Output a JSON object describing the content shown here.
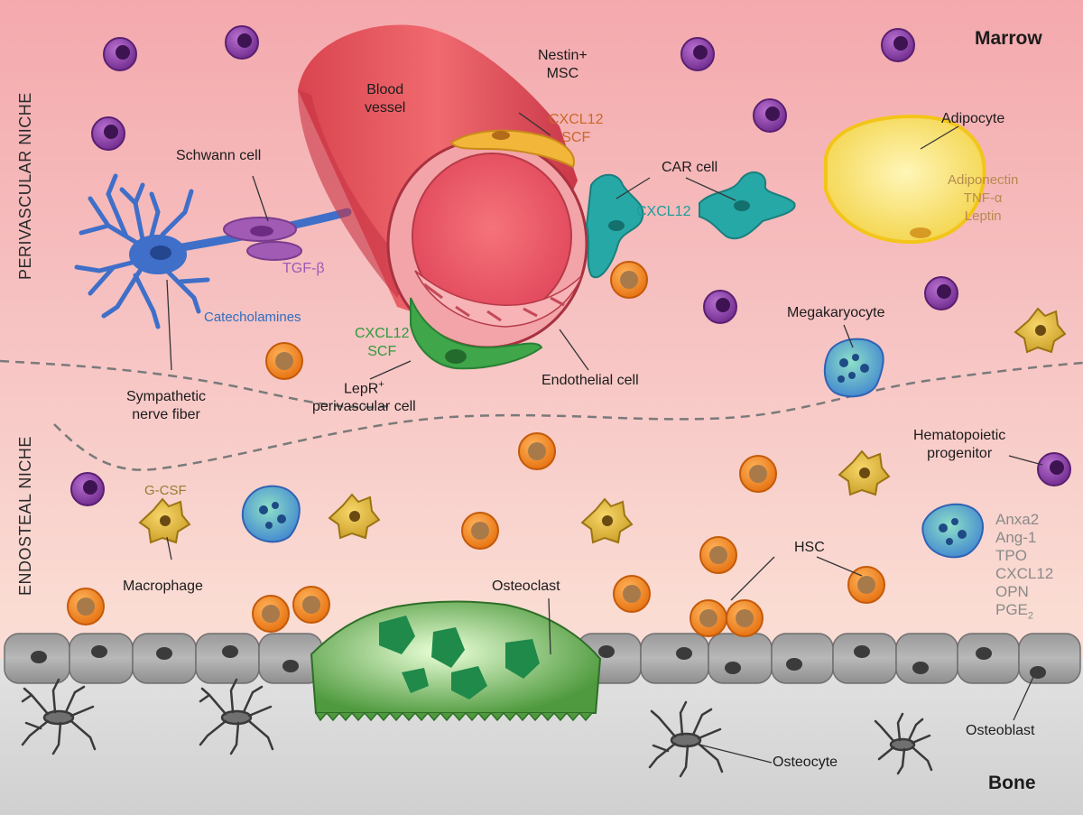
{
  "regions": {
    "marrow": "Marrow",
    "bone": "Bone",
    "perivascular_niche": "PERIVASCULAR NICHE",
    "endosteal_niche": "ENDOSTEAL NICHE"
  },
  "labels": {
    "nestin_line1": "Nestin+",
    "nestin_line2": "MSC",
    "nestin_factors_1": "CXCL12",
    "nestin_factors_2": "SCF",
    "blood_vessel_1": "Blood",
    "blood_vessel_2": "vessel",
    "schwann": "Schwann cell",
    "tgf": "TGF-β",
    "catecholamines": "Catecholamines",
    "sympathetic_1": "Sympathetic",
    "sympathetic_2": "nerve fiber",
    "lepr_factors_1": "CXCL12",
    "lepr_factors_2": "SCF",
    "lepr_1": "LepR",
    "lepr_sup": "+",
    "lepr_2": "perivascular cell",
    "endothelial": "Endothelial cell",
    "car_cell": "CAR cell",
    "car_factor": "CXCL12",
    "adipocyte": "Adipocyte",
    "adipo_f1": "Adiponectin",
    "adipo_f2": "TNF-α",
    "adipo_f3": "Leptin",
    "megakaryocyte": "Megakaryocyte",
    "hemato_1": "Hematopoietic",
    "hemato_2": "progenitor",
    "gcsf": "G-CSF",
    "macrophage": "Macrophage",
    "osteoclast": "Osteoclast",
    "hsc": "HSC",
    "endo_f1": "Anxa2",
    "endo_f2": "Ang-1",
    "endo_f3": "TPO",
    "endo_f4": "CXCL12",
    "endo_f5": "OPN",
    "endo_f6_main": "PGE",
    "endo_f6_sub": "2",
    "osteoblast": "Osteoblast",
    "osteocyte": "Osteocyte"
  },
  "colors": {
    "marrow_top": "#f5b8bb",
    "marrow_bottom": "#f9d3d0",
    "bone": "#d8d8d8",
    "vessel": "#e8505a",
    "hsc": "#f28a1e",
    "progenitor": "#8a3fa6",
    "car": "#26a8a6",
    "nerve": "#3f6fc8",
    "lepr": "#3fa64a",
    "adipocyte": "#f6e27a",
    "osteoclast": "#8fcb6a"
  }
}
